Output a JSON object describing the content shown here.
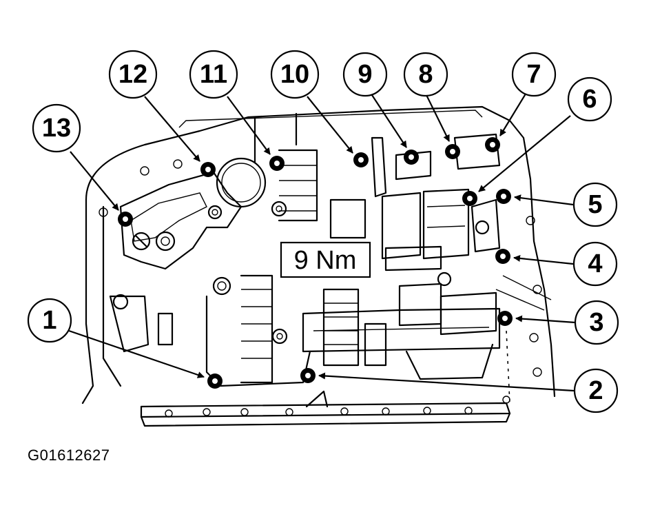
{
  "torque_label": "9 Nm",
  "figure_id": "G01612627",
  "callouts": [
    "1",
    "2",
    "3",
    "4",
    "5",
    "6",
    "7",
    "8",
    "9",
    "10",
    "11",
    "12",
    "13"
  ]
}
